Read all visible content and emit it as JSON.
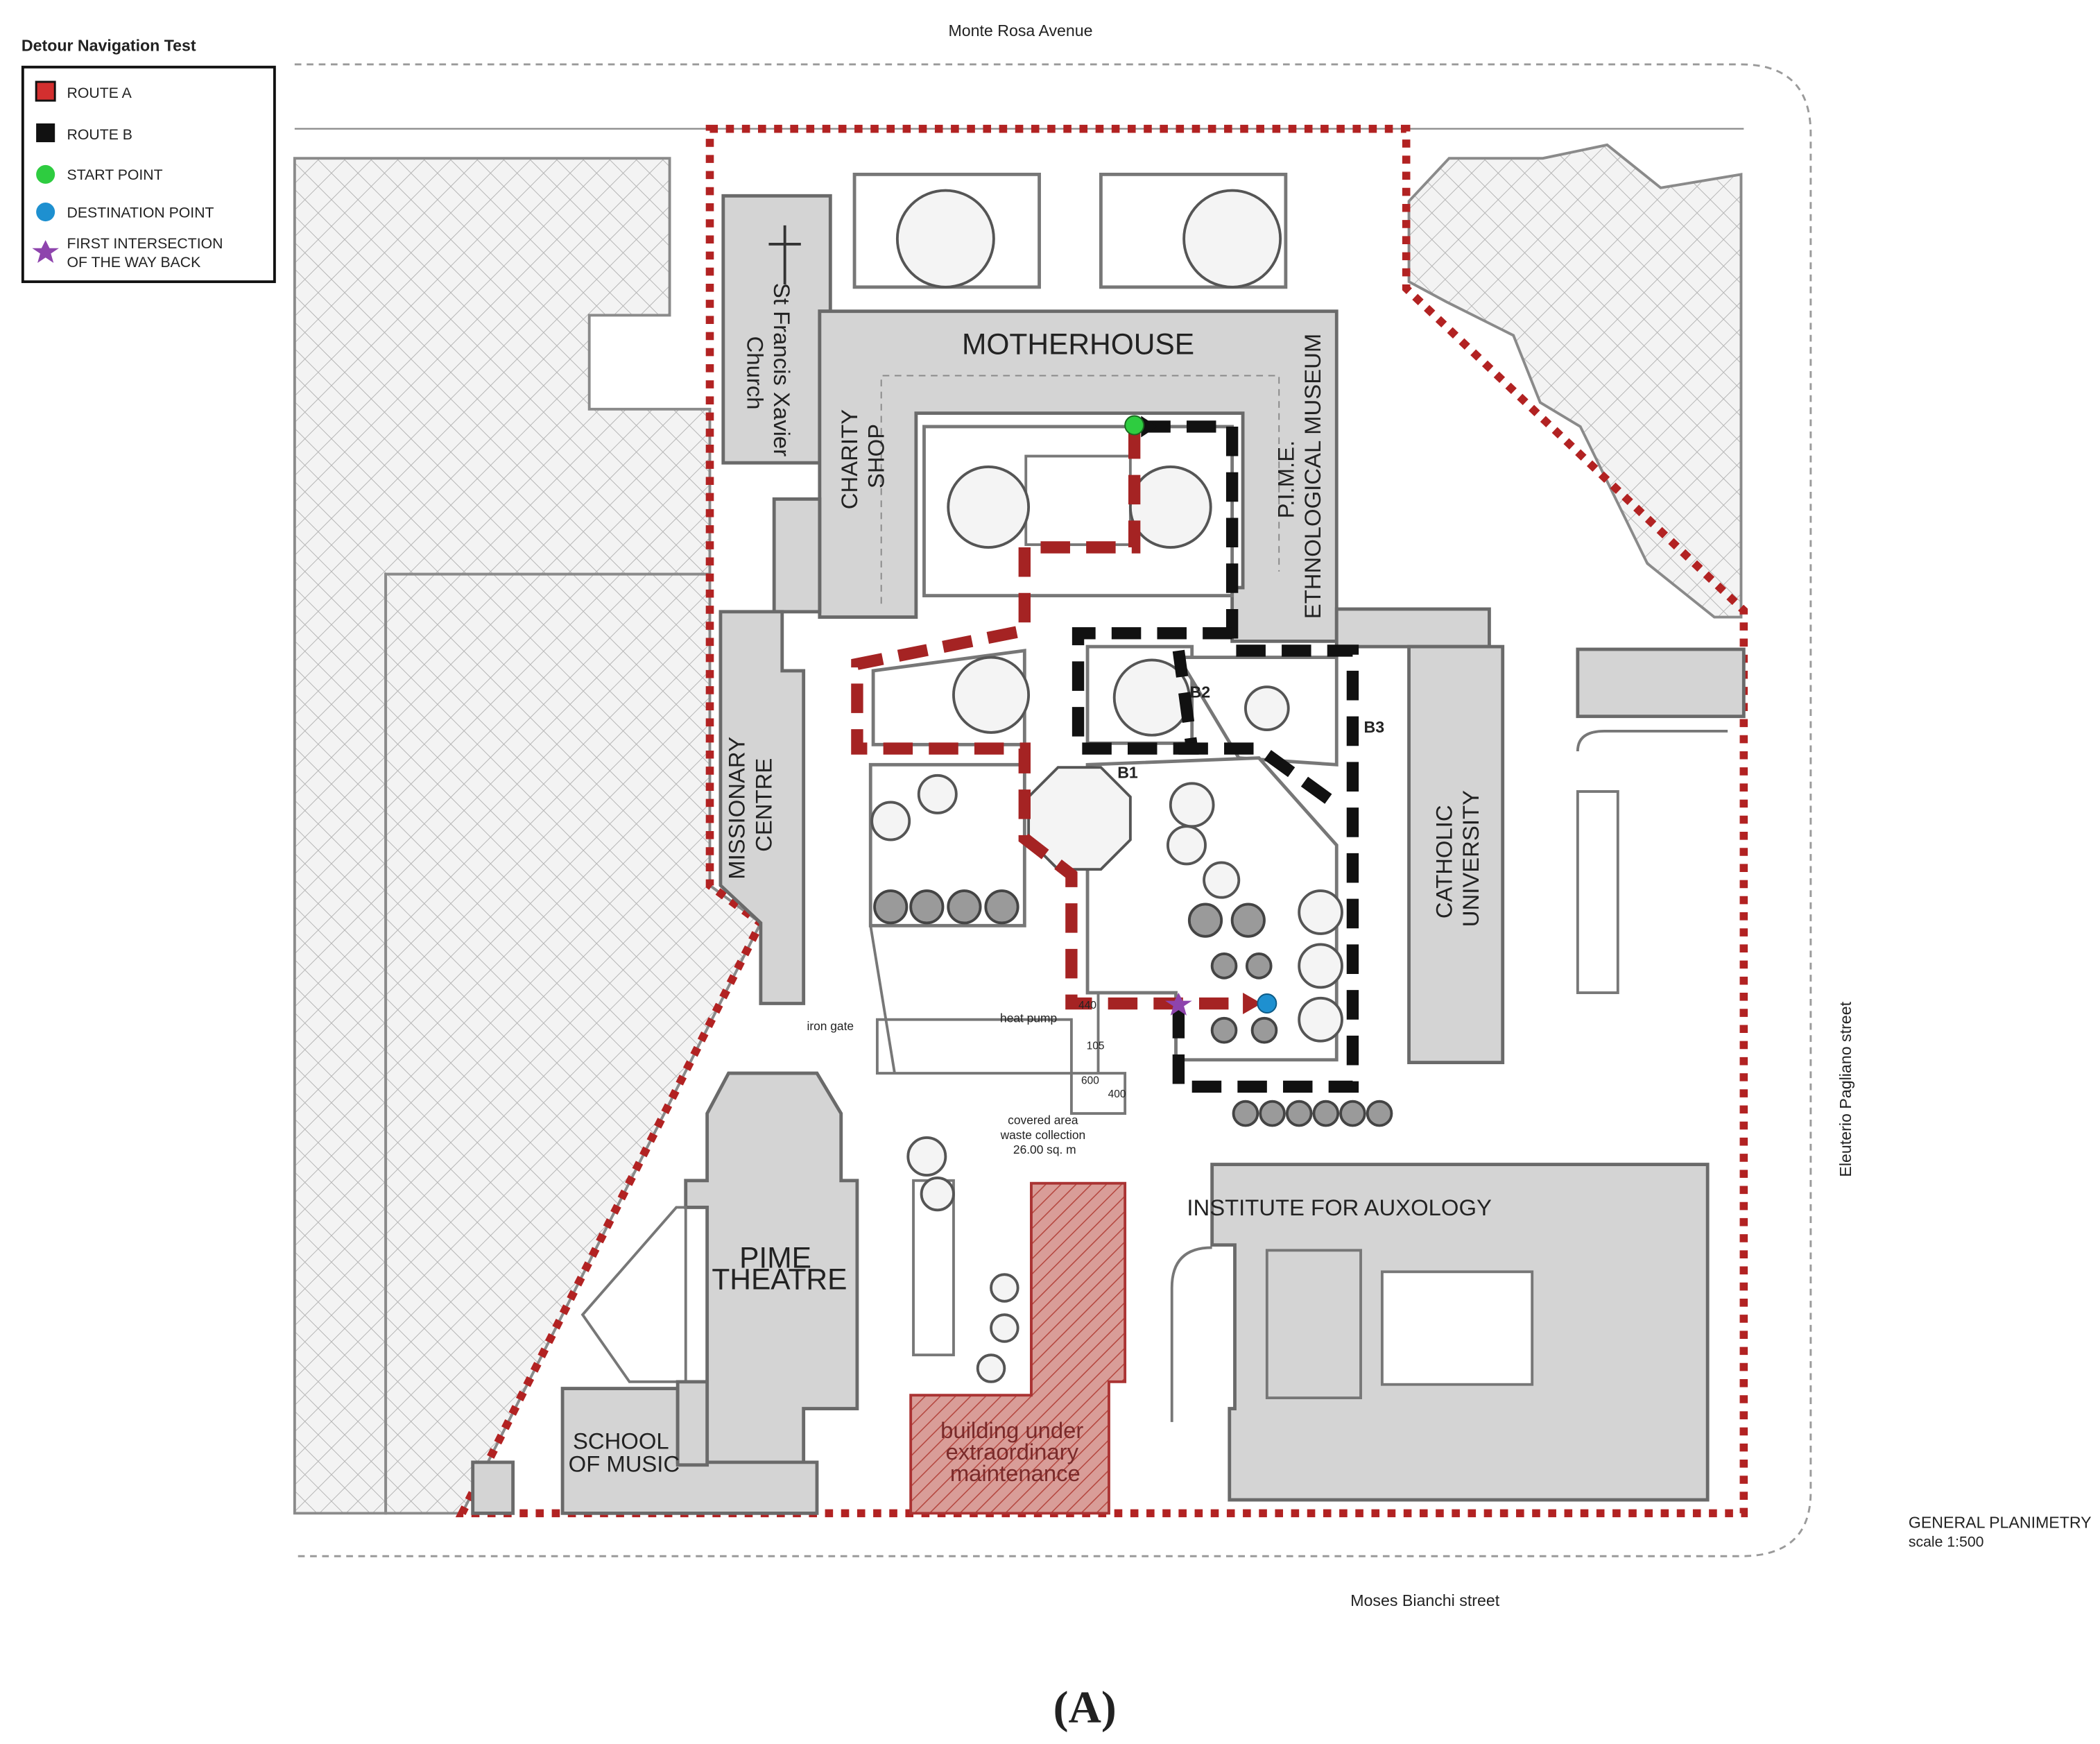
{
  "legend": {
    "title": "Detour Navigation Test",
    "items": [
      {
        "label": "ROUTE A",
        "color": "#d32f2f",
        "icon": "square-red-icon"
      },
      {
        "label": "ROUTE B",
        "color": "#111111",
        "icon": "square-black-icon"
      },
      {
        "label": "START POINT",
        "color": "#2ecc40",
        "icon": "circle-green-icon"
      },
      {
        "label": "DESTINATION POINT",
        "color": "#1e90d0",
        "icon": "circle-blue-icon"
      },
      {
        "label": "FIRST INTERSECTION",
        "label2": "OF THE WAY BACK",
        "color": "#8e44ad",
        "icon": "star-purple-icon"
      }
    ]
  },
  "streets": {
    "north": "Monte Rosa Avenue",
    "south": "Moses Bianchi street",
    "east": "Eleuterio Pagliano street"
  },
  "buildings": {
    "motherhouse": "MOTHERHOUSE",
    "church_1": "St Francis Xavier",
    "church_2": "Church",
    "charity_1": "CHARITY",
    "charity_2": "SHOP",
    "museum_1": "P.I.M.E.",
    "museum_2": "ETHNOLOGICAL MUSEUM",
    "missionary_1": "MISSIONARY",
    "missionary_2": "CENTRE",
    "university_1": "CATHOLIC",
    "university_2": "UNIVERSITY",
    "theatre_1": "PIME",
    "theatre_2": "THEATRE",
    "music_1": "SCHOOL",
    "music_2": "OF MUSIC",
    "auxology": "INSTITUTE FOR AUXOLOGY",
    "maintenance_1": "building under",
    "maintenance_2": "extraordinary",
    "maintenance_3": "maintenance"
  },
  "annotations": {
    "iron_gate": "iron gate",
    "heat_pump": "heat pump",
    "covered_1": "covered area",
    "covered_2": "waste collection",
    "covered_3": "26.00 sq. m",
    "dim_440": "440",
    "dim_105": "105",
    "dim_600": "600",
    "dim_400": "400"
  },
  "route_labels": {
    "b1": "B1",
    "b2": "B2",
    "b3": "B3"
  },
  "planimetry": {
    "line1": "GENERAL PLANIMETRY",
    "line2": "scale 1:500"
  },
  "figure_label": "(A)",
  "colors": {
    "route_a": "#a52323",
    "route_b": "#111111",
    "boundary": "#b22222",
    "building_fill": "#d4d4d4",
    "maintenance_fill": "#c98a86"
  }
}
